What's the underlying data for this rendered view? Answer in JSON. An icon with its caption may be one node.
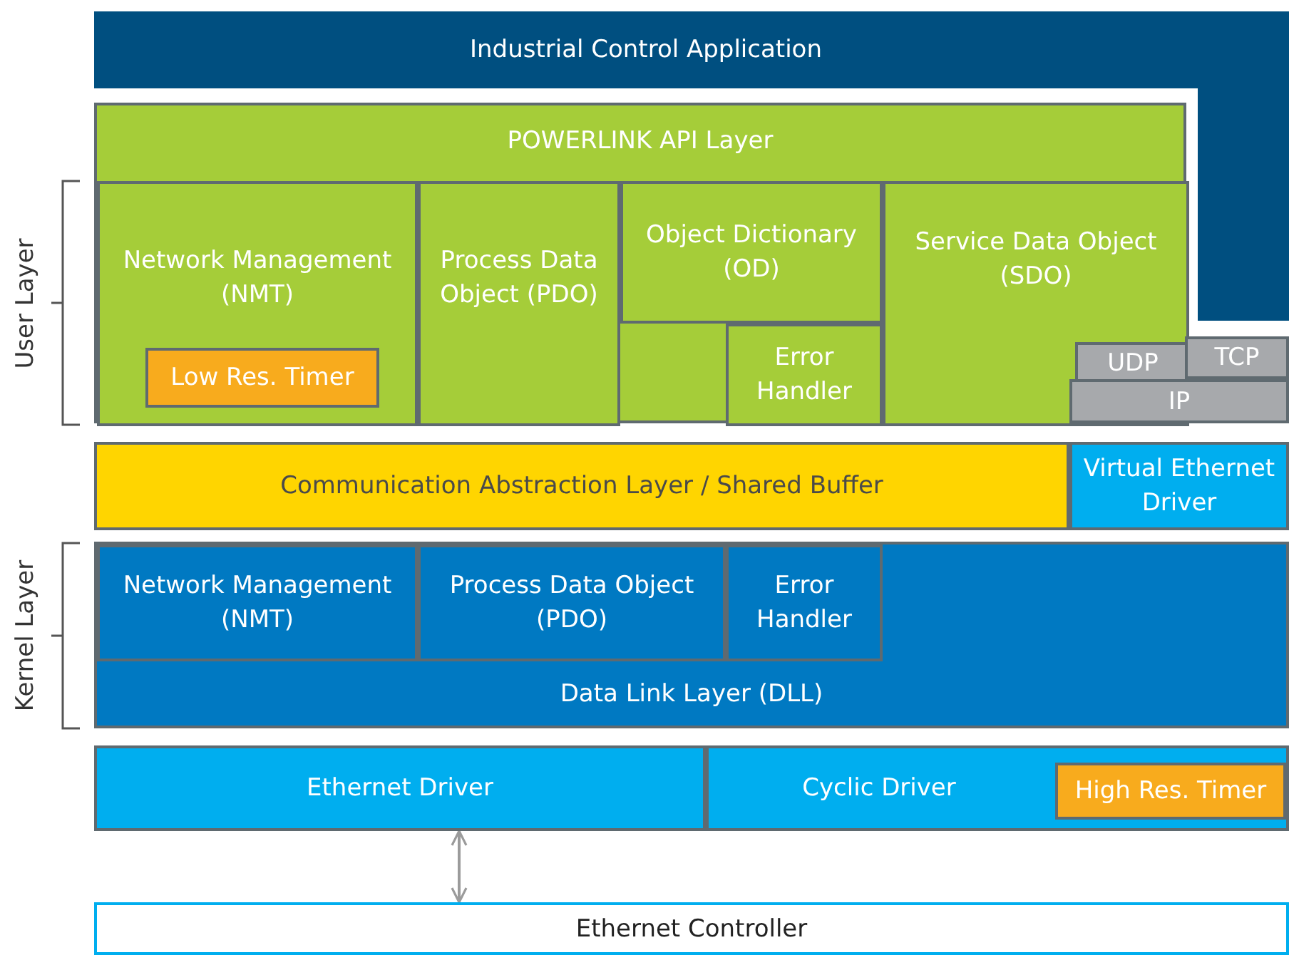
{
  "diagram": {
    "nodes": [
      {
        "text": [
          "Industrial Control Application"
        ]
      },
      {
        "text": [
          "POWERLINK API Layer"
        ]
      },
      {
        "text": [
          "Network Management (NMT)"
        ],
        "in": 1
      },
      {
        "text": [
          "Low Res. Timer"
        ],
        "in": 2
      },
      {
        "text": [
          "Process Data Object (PDO)"
        ],
        "in": 1
      },
      {
        "text": [
          "Object Dictionary (OD)"
        ],
        "in": 1
      },
      {
        "text": [
          "Error Handler"
        ],
        "in": 1
      },
      {
        "text": [
          "Service Data Object (SDO)"
        ],
        "in": 1
      },
      {
        "text": [
          "UDP"
        ],
        "in": 7
      },
      {
        "text": [
          "TCP"
        ]
      },
      {
        "text": [
          "IP"
        ]
      },
      {
        "text": [
          "Communication Abstraction Layer / Shared Buffer"
        ]
      },
      {
        "text": [
          "Virtual Ethernet Driver"
        ]
      },
      {
        "text": [
          "Data Link Layer (DLL)"
        ]
      },
      {
        "text": [
          "Network Management (NMT)"
        ],
        "in": 13
      },
      {
        "text": [
          "Process Data Object (PDO)"
        ],
        "in": 13
      },
      {
        "text": [
          "Error Handler"
        ],
        "in": 13
      },
      {
        "text": [
          "Ethernet Driver"
        ]
      },
      {
        "text": [
          "Cyclic Driver"
        ]
      },
      {
        "text": [
          "High Res. Timer"
        ],
        "in": 18
      },
      {
        "text": [
          "Ethernet Controller"
        ]
      }
    ],
    "edges": [
      {
        "from": 17,
        "to": 20,
        "arrow": "both"
      }
    ],
    "labels": [
      "User Layer",
      "Kernel Layer"
    ]
  }
}
